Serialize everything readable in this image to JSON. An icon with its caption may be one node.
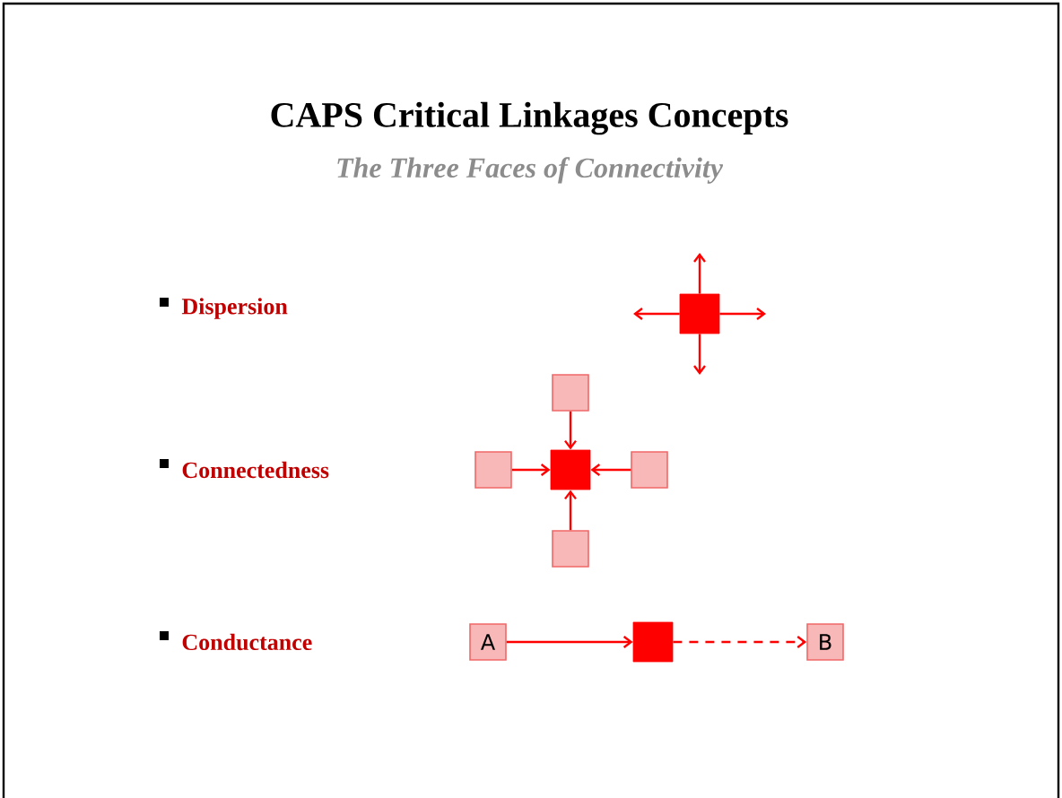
{
  "diagram": {
    "title": "CAPS Critical Linkages Concepts",
    "caption": "The Three Faces of Connectivity",
    "nodes": [
      {
        "text": [],
        "shape": "box"
      },
      {
        "text": [],
        "shape": "box"
      },
      {
        "text": [],
        "shape": "box"
      },
      {
        "text": [],
        "shape": "box"
      },
      {
        "text": [],
        "shape": "box"
      },
      {
        "text": [],
        "shape": "box"
      },
      {
        "text": [
          "A"
        ]
      },
      {
        "text": [],
        "shape": "box"
      },
      {
        "text": [
          "B"
        ]
      }
    ],
    "edges": [
      {
        "from": 0,
        "to": null,
        "arrow": "to"
      },
      {
        "from": 0,
        "to": null,
        "arrow": "to"
      },
      {
        "from": 0,
        "to": null,
        "arrow": "to"
      },
      {
        "from": 0,
        "to": null,
        "arrow": "to"
      },
      {
        "from": 1,
        "to": 3,
        "arrow": "to"
      },
      {
        "from": 2,
        "to": 3,
        "arrow": "to"
      },
      {
        "from": 4,
        "to": 3,
        "arrow": "to"
      },
      {
        "from": 5,
        "to": 3,
        "arrow": "to"
      },
      {
        "from": 6,
        "to": 7,
        "arrow": "to"
      },
      {
        "from": 7,
        "to": 8,
        "arrow": "to",
        "style": "dashed"
      }
    ],
    "labels": [
      "Dispersion",
      "Connectedness",
      "Conductance"
    ]
  }
}
